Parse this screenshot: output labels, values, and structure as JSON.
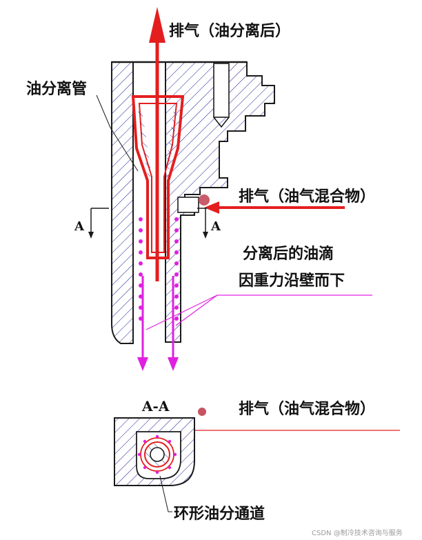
{
  "labels": {
    "exhaust_top": "排气（油分离后）",
    "separator_tube": "油分离管",
    "exhaust_inlet": "排气（油气混合物）",
    "droplets_line1": "分离后的油滴",
    "droplets_line2": "因重力沿壁而下",
    "section_left": "A",
    "section_right": "A",
    "section_title": "A-A",
    "exhaust_inlet_section": "排气（油气混合物）",
    "annular_channel": "环形油分通道"
  },
  "watermark": "CSDN @制冷技术咨询与服务",
  "colors": {
    "flow": "#e41e1e",
    "oil": "#e020e0",
    "outline": "#1a1a1a",
    "hatch": "#2a2a9a",
    "dot": "#c04050"
  }
}
